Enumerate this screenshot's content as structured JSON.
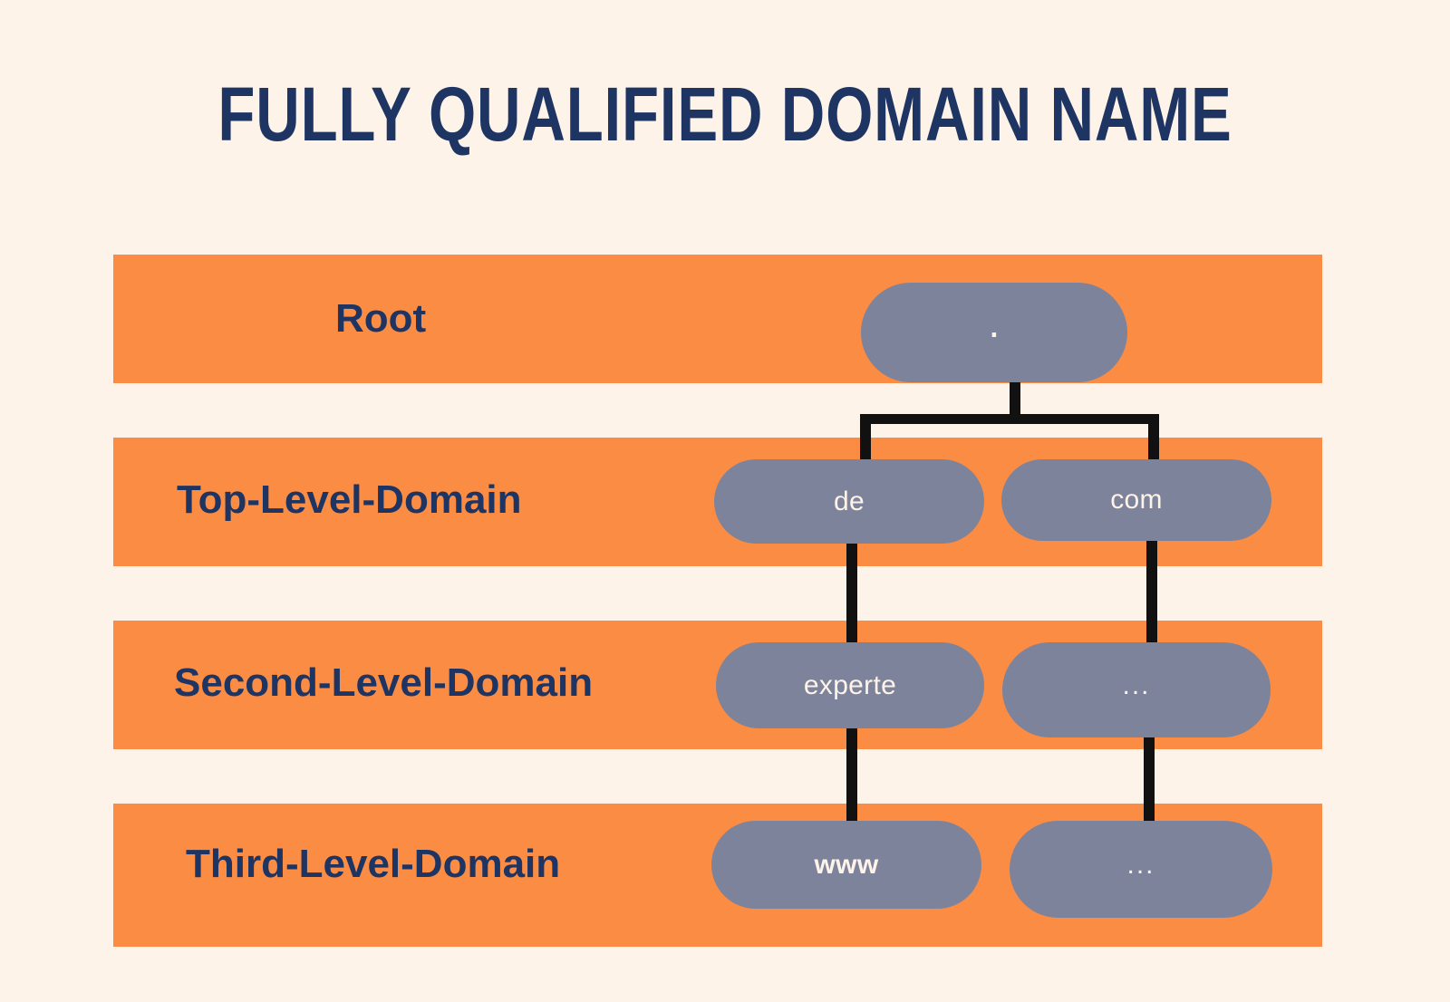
{
  "page": {
    "title": "FULLY QUALIFIED DOMAIN NAME",
    "background_color": "#FDF3E9",
    "band_color": "#FB8C44",
    "node_color": "#7D839B",
    "text_color": "#1E3563",
    "node_text_color": "#FDF3E9",
    "connector_color": "#111111"
  },
  "rows": [
    {
      "label": "Root"
    },
    {
      "label": "Top-Level-Domain"
    },
    {
      "label": "Second-Level-Domain"
    },
    {
      "label": "Third-Level-Domain"
    }
  ],
  "nodes": {
    "root": {
      "label": "."
    },
    "tld_left": {
      "label": "de"
    },
    "tld_right": {
      "label": "com"
    },
    "sld_left": {
      "label": "experte"
    },
    "sld_right": {
      "label": "..."
    },
    "thld_left": {
      "label": "www"
    },
    "thld_right": {
      "label": "..."
    }
  }
}
